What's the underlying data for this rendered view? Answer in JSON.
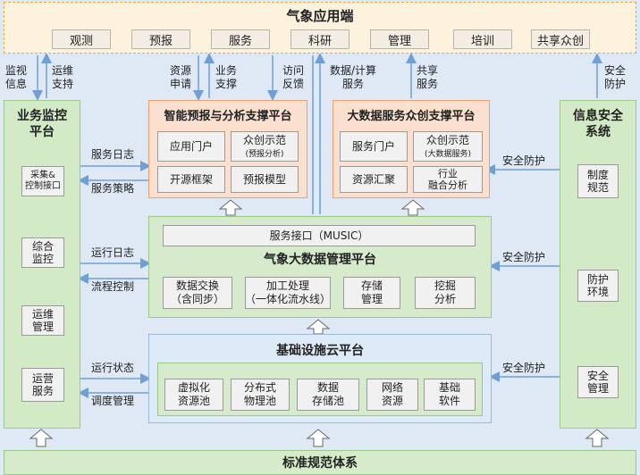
{
  "top": {
    "title": "气象应用端",
    "items": [
      "观测",
      "预报",
      "服务",
      "科研",
      "管理",
      "培训",
      "共享众创"
    ]
  },
  "left_panel": {
    "title": "业务监控\n平台",
    "items": [
      "采集&\n控制接口",
      "综合\n监控",
      "运维\n管理",
      "运营\n服务"
    ]
  },
  "right_panel": {
    "title": "信息安全\n系统",
    "items": [
      "制度\n规范",
      "防护\n环境",
      "安全\n管理"
    ]
  },
  "labels": {
    "monitor_info": "监视\n信息",
    "ops_support": "运维\n支持",
    "resource_request": "资源\n申请",
    "biz_support": "业务\n支撑",
    "access_feedback": "访问\n反馈",
    "data_compute": "数据/计算\n服务",
    "shared_service": "共享\n服务",
    "security_top": "安全\n防护",
    "service_log": "服务日志",
    "service_policy": "服务策略",
    "run_log": "运行日志",
    "flow_control": "流程控制",
    "run_status": "运行状态",
    "schedule_mgmt": "调度管理",
    "sec_ai": "安全防护",
    "sec_bd": "安全防护",
    "sec_cloud": "安全防护"
  },
  "ai_platform": {
    "title": "智能预报与分析支撑平台",
    "items": [
      "应用门户",
      "众创示范",
      "(预报分析)",
      "开源框架",
      "预报模型"
    ]
  },
  "bigdata_service_platform": {
    "title": "大数据服务众创支撑平台",
    "items": [
      "服务门户",
      "众创示范",
      "(大数据服务)",
      "资源汇聚",
      "行业\n融合分析"
    ]
  },
  "data_mgmt_platform": {
    "title": "气象大数据管理平台",
    "interface": "服务接口（MUSIC）",
    "items": [
      "数据交换\n（含同步）",
      "加工处理\n（一体化流水线）",
      "存储\n管理",
      "挖掘\n分析"
    ]
  },
  "cloud_platform": {
    "title": "基础设施云平台",
    "items": [
      "虚拟化\n资源池",
      "分布式\n物理池",
      "数据\n存储池",
      "网络\n资源",
      "基础\n软件"
    ]
  },
  "standards": {
    "title": "标准规范体系"
  },
  "colors": {
    "top_bg": "#fdf3dd",
    "orange_platform": "#fbe0cf",
    "green_platform": "#d6ebcb",
    "blue_platform": "#ddeaf7",
    "arrow": "#6f9fd6"
  }
}
